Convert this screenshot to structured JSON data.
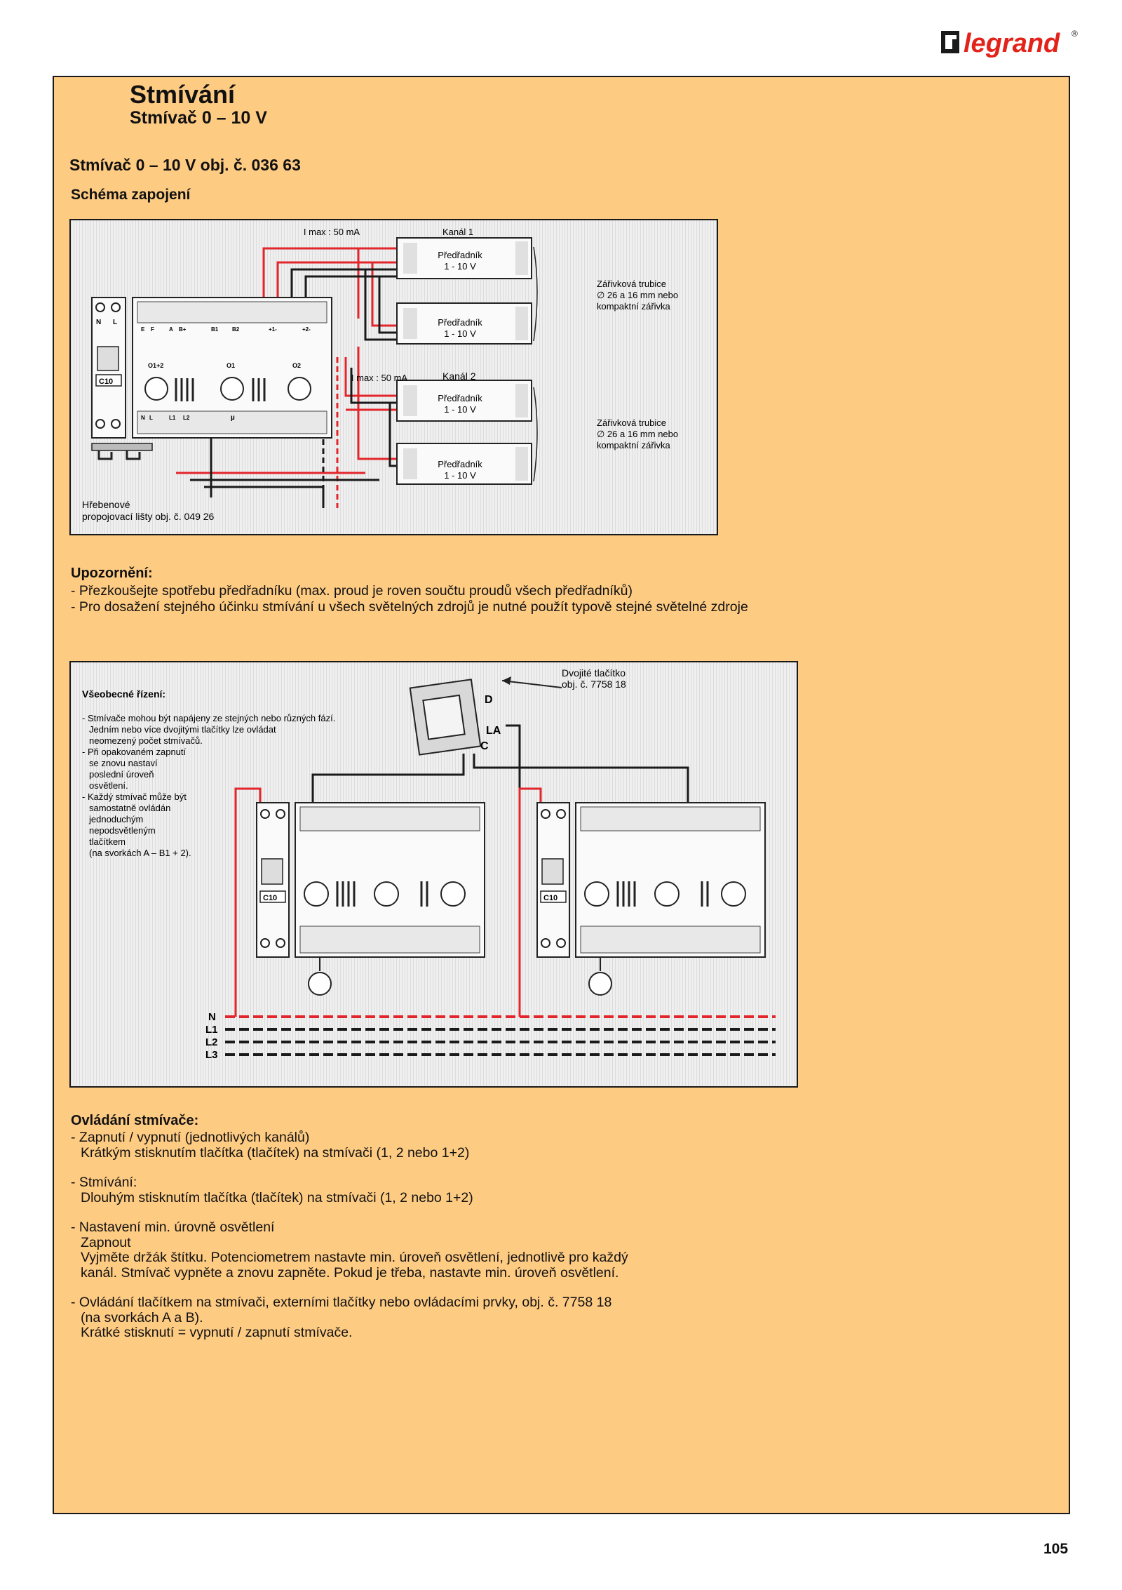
{
  "brand": {
    "name": "legrand",
    "registered_mark": "®",
    "accent": "#e2231a"
  },
  "header": {
    "title": "Stmívání",
    "subtitle": "Stmívač 0 – 10 V"
  },
  "section": {
    "title": "Stmívač 0 – 10 V obj. č. 036 63",
    "subtitle": "Schéma zapojení"
  },
  "diagram1": {
    "imax_top": "I max : 50 mA",
    "imax_mid": "I max : 50 mA",
    "channel1": "Kanál 1",
    "channel2": "Kanál 2",
    "ballast_name": "Předřadník",
    "ballast_range": "1 - 10 V",
    "tube_label_1": "Zářivková trubice",
    "tube_label_2": "∅ 26 a 16 mm nebo",
    "tube_label_3": "kompaktní zářivka",
    "comb_label_1": "Hřebenové",
    "comb_label_2": "propojovací lišty obj. č. 049 26",
    "breaker": "C10",
    "terminals_top": [
      "N",
      "L"
    ],
    "dimmer_terminals_top": [
      "E",
      "F",
      "A",
      "B+",
      "B1",
      "B2",
      "+1-",
      "+2-"
    ],
    "dimmer_knobs": [
      "O1+2",
      "O1",
      "O2"
    ],
    "dimmer_terminals_bottom": [
      "N",
      "L",
      "L1",
      "L2",
      "µ"
    ]
  },
  "warning": {
    "title": "Upozornění:",
    "lines": [
      "- Přezkoušejte spotřebu předřadníku (max. proud je roven součtu proudů všech předřadníků)",
      "- Pro dosažení stejného účinku stmívání u všech světelných zdrojů je nutné použít typově stejné světelné zdroje"
    ]
  },
  "diagram2": {
    "heading": "Všeobecné řízení:",
    "notes": [
      "- Stmívače mohou být napájeny ze stejných nebo různých fází.",
      "Jedním nebo více dvojitými tlačítky lze ovládat",
      "neomezený počet stmívačů.",
      "- Při opakovaném zapnutí",
      "se znovu nastaví",
      "poslední úroveň",
      "osvětlení.",
      "- Každý stmívač může být",
      "samostatně ovládán",
      "jednoduchým",
      "nepodsvětleným",
      "tlačítkem",
      "(na svorkách A – B1 + 2)."
    ],
    "switch_label_1": "Dvojité tlačítko",
    "switch_label_2": "obj. č. 7758 18",
    "switch_terminals": [
      "D",
      "LA",
      "C"
    ],
    "bus_labels": [
      "N",
      "L1",
      "L2",
      "L3"
    ],
    "breaker": "C10"
  },
  "control": {
    "title": "Ovládání stmívače:",
    "items": [
      [
        "- Zapnutí / vypnutí (jednotlivých kanálů)",
        "Krátkým stisknutím tlačítka (tlačítek) na stmívači (1, 2 nebo 1+2)"
      ],
      [
        "- Stmívání:",
        "Dlouhým stisknutím tlačítka (tlačítek) na stmívači (1, 2 nebo 1+2)"
      ],
      [
        "- Nastavení min. úrovně osvětlení",
        "Zapnout",
        "Vyjměte držák štítku. Potenciometrem nastavte min. úroveň osvětlení, jednotlivě pro každý",
        "kanál. Stmívač vypněte a znovu zapněte. Pokud je třeba, nastavte min. úroveň osvětlení."
      ],
      [
        "- Ovládání tlačítkem na stmívači, externími tlačítky nebo ovládacími prvky, obj. č. 7758 18",
        "(na svorkách A a B).",
        "Krátké stisknutí = vypnutí / zapnutí stmívače."
      ]
    ]
  },
  "page_number": "105",
  "colors": {
    "page_fill": "#fecb83",
    "wire_red": "#e3262b",
    "wire_black": "#1a1a1a",
    "diagram_bg": "#efefef"
  }
}
